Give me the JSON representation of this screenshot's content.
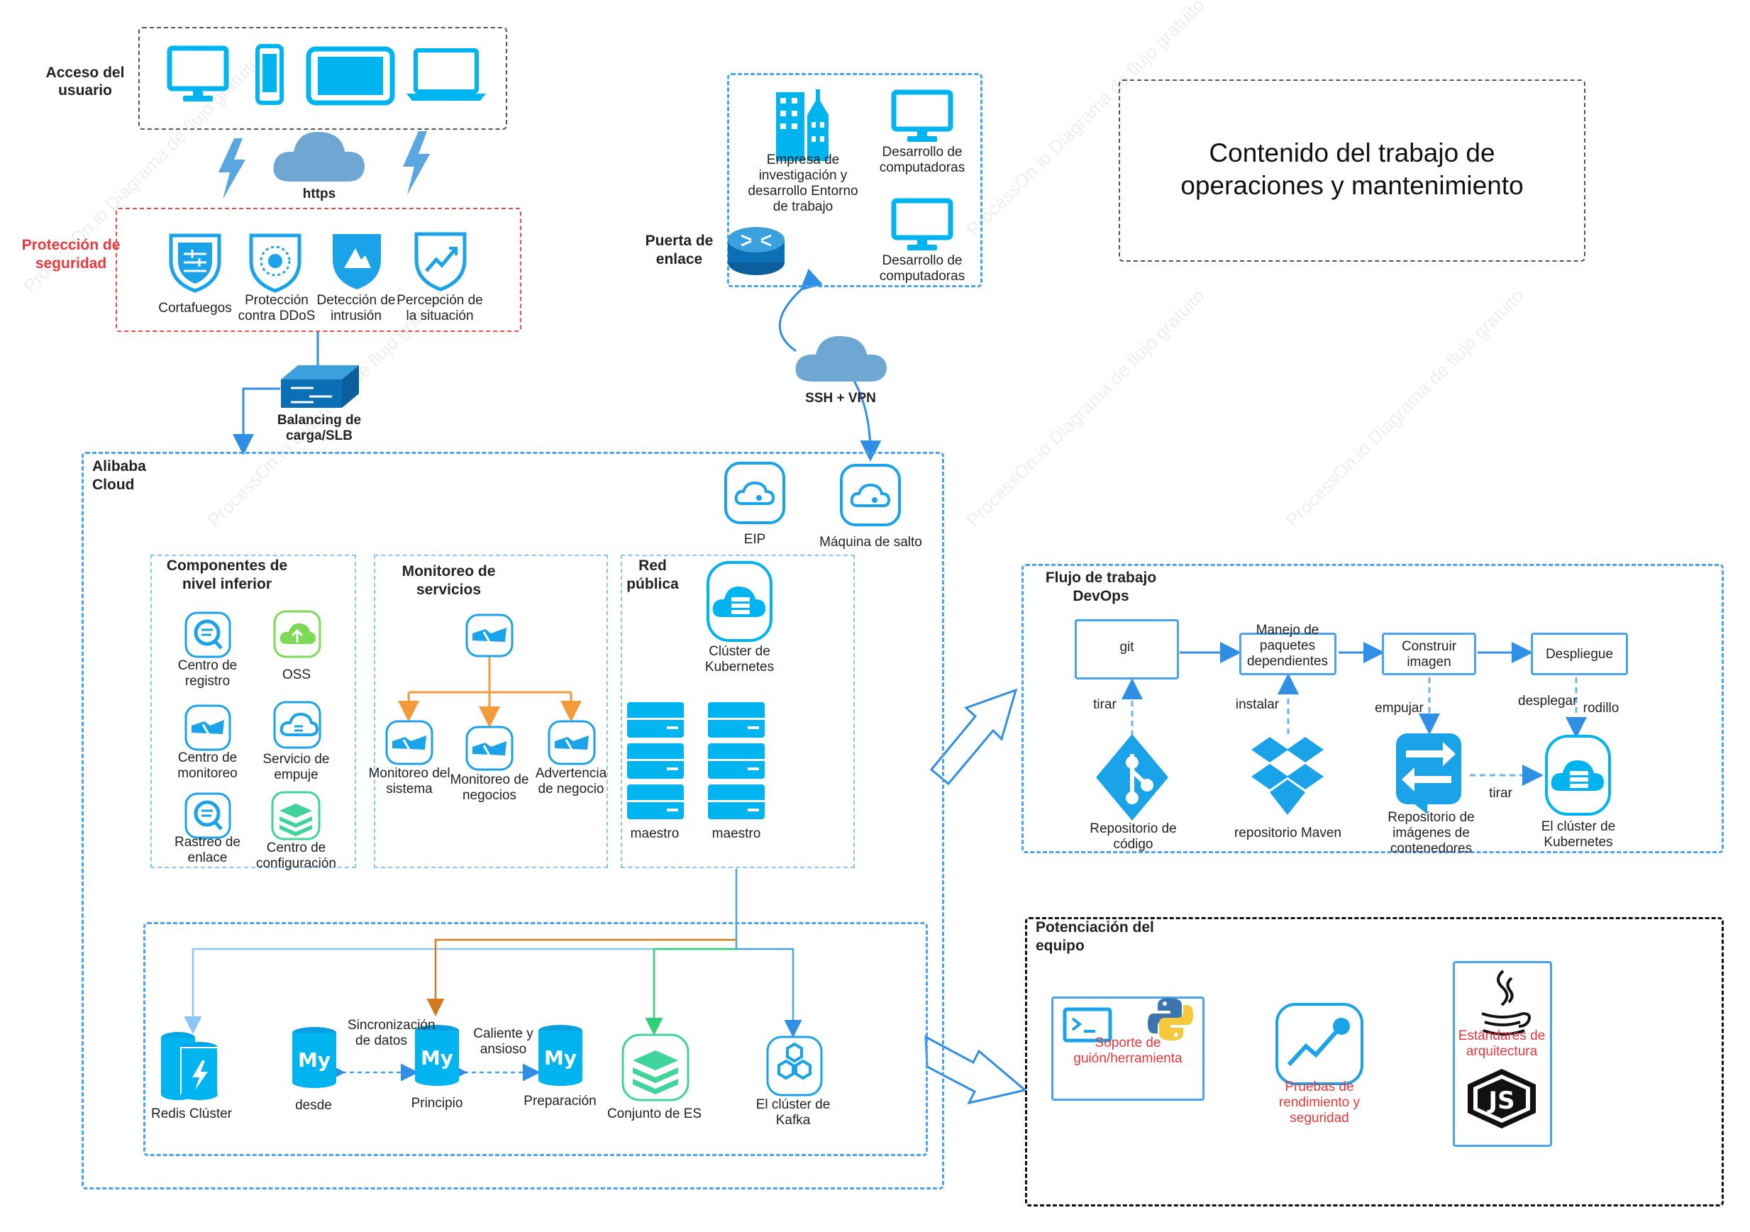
{
  "title": "Contenido del trabajo de operaciones y mantenimiento",
  "watermark": "ProcessOn.io Diagrama de flujo gratuito",
  "user_access": {
    "label": "Acceso del usuario",
    "https": "https"
  },
  "security": {
    "label": "Protección de seguridad",
    "items": [
      "Cortafuegos",
      "Protección contra DDoS",
      "Detección de intrusión",
      "Percepción de la situación"
    ]
  },
  "slb": "Balancing de carga/SLB",
  "gateway": {
    "label": "Puerta de enlace",
    "rd_env": "Empresa de investigación y desarrollo Entorno de trabajo",
    "pc1": "Desarrollo de computadoras",
    "pc2": "Desarrollo de computadoras",
    "ssh": "SSH + VPN"
  },
  "alibaba": {
    "label": "Alibaba Cloud",
    "eip": "EIP",
    "jump": "Máquina de salto",
    "low_components": {
      "label": "Componentes de nivel inferior",
      "items": [
        "Centro de registro",
        "OSS",
        "Centro de monitoreo",
        "Servicio de empuje",
        "Rastreo de enlace",
        "Centro de configuración"
      ]
    },
    "monitoring": {
      "label": "Monitoreo de servicios",
      "items": [
        "Monitoreo del sistema",
        "Monitoreo de negocios",
        "Advertencia de negocio"
      ]
    },
    "public_net": {
      "label": "Red pública",
      "k8s": "Clúster de Kubernetes",
      "master1": "maestro",
      "master2": "maestro"
    },
    "data": {
      "redis": "Redis Clúster",
      "from": "desde",
      "main": "Principio",
      "prep": "Preparación",
      "sync": "Sincronización de datos",
      "hot": "Caliente y ansioso",
      "es": "Conjunto de ES",
      "kafka": "El clúster de Kafka"
    }
  },
  "devops": {
    "label": "Flujo de trabajo DevOps",
    "git": "git",
    "deps": "Manejo de paquetes dependientes",
    "build": "Construir imagen",
    "deploy": "Despliegue",
    "pull1": "tirar",
    "install": "instalar",
    "push": "empujar",
    "deploy_small": "desplegar",
    "roll": "rodillo",
    "pull2": "tirar",
    "code_repo": "Repositorio de código",
    "maven": "repositorio Maven",
    "img_repo": "Repositorio de imágenes de contenedores",
    "k8s": "El clúster de Kubernetes"
  },
  "team": {
    "label": "Potenciación del equipo",
    "script": "Soporte de guión/herramienta",
    "perf": "Pruebas de rendimiento y seguridad",
    "arch": "Estándares de arquitectura"
  },
  "colors": {
    "blue": "#1aa3e8",
    "cyan": "#00b4f0",
    "green": "#3ed49a",
    "orange": "#f39a3b",
    "lime": "#7ed957",
    "red": "#e8383d"
  }
}
